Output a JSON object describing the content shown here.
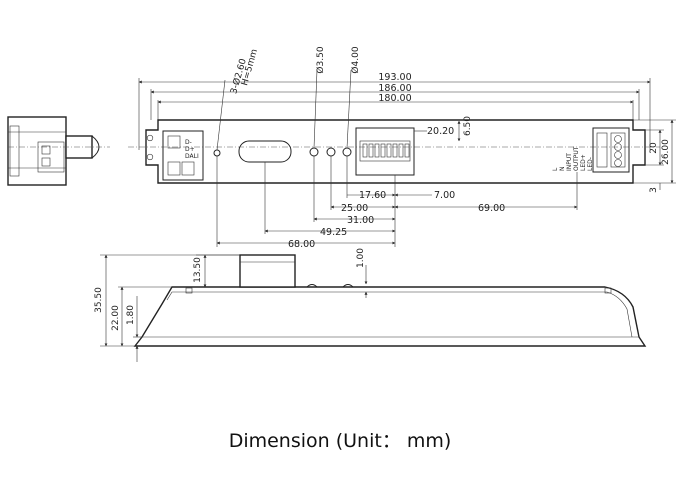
{
  "caption": "Dimension (Unit： mm)",
  "top_view": {
    "dims_horizontal": [
      "193.00",
      "186.00",
      "180.00"
    ],
    "feature_labels": {
      "holes": "3-Ø2.60",
      "hole_depth": "H=5mm",
      "led_hole": "Ø3.50",
      "button_hole": "Ø4.00"
    },
    "dip_switch_width": "20.20",
    "dip_switch_height": "6.50",
    "dims_lower": [
      "17.60",
      "7.00",
      "25.00",
      "31.00",
      "69.00",
      "49.25",
      "68.00"
    ],
    "dims_right": [
      "26.00",
      "20",
      "3"
    ],
    "left_terminal_labels": [
      "D-",
      "D+",
      "DALI"
    ],
    "right_terminal_labels": [
      "L",
      "N",
      "INPUT",
      "OUTPUT",
      "LED+",
      "LED-"
    ]
  },
  "side_view": {
    "dims_vertical": [
      "35.50",
      "22.00",
      "1.80",
      "13.50",
      "1.00"
    ]
  }
}
